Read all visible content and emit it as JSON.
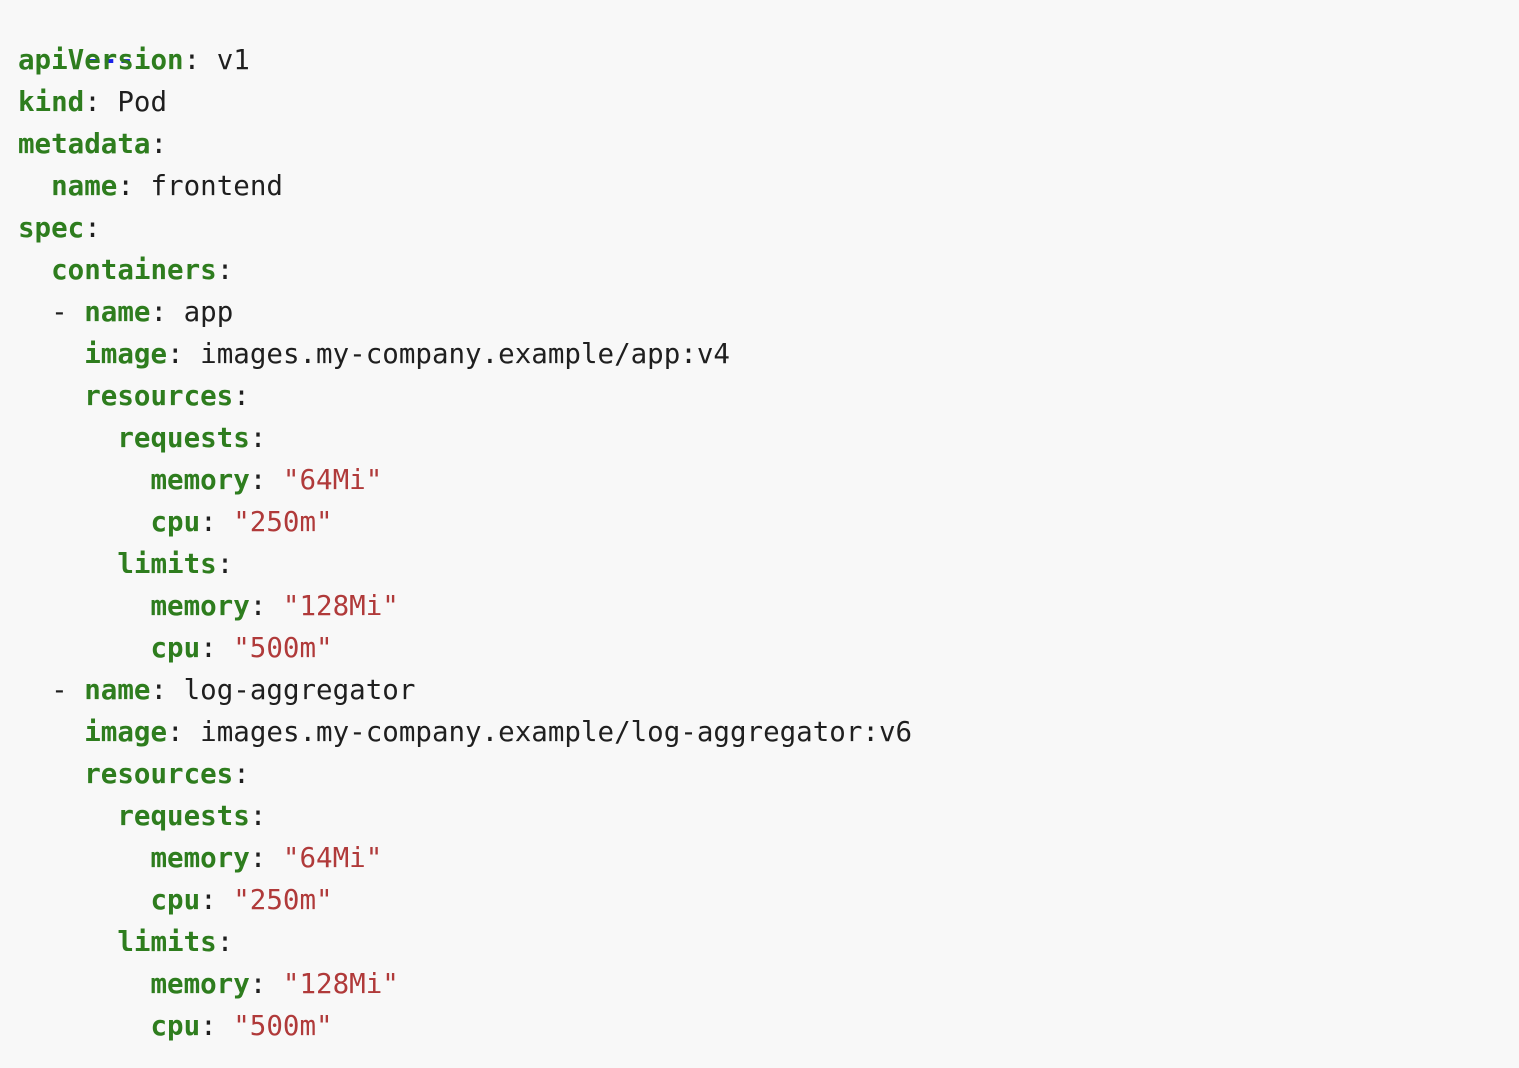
{
  "document": {
    "doc_marker": "---",
    "colors": {
      "background": "#f8f8f8",
      "key": "#2e7d1e",
      "string": "#b03a3a",
      "plain": "#1f1f1f",
      "doc_marker": "#1a22e8"
    },
    "lines": [
      {
        "indent": "",
        "dash": "",
        "key": "apiVersion",
        "value": "v1",
        "value_type": "plain"
      },
      {
        "indent": "",
        "dash": "",
        "key": "kind",
        "value": "Pod",
        "value_type": "plain"
      },
      {
        "indent": "",
        "dash": "",
        "key": "metadata",
        "value": "",
        "value_type": "none"
      },
      {
        "indent": "  ",
        "dash": "",
        "key": "name",
        "value": "frontend",
        "value_type": "plain"
      },
      {
        "indent": "",
        "dash": "",
        "key": "spec",
        "value": "",
        "value_type": "none"
      },
      {
        "indent": "  ",
        "dash": "",
        "key": "containers",
        "value": "",
        "value_type": "none"
      },
      {
        "indent": "  ",
        "dash": "- ",
        "key": "name",
        "value": "app",
        "value_type": "plain"
      },
      {
        "indent": "    ",
        "dash": "",
        "key": "image",
        "value": "images.my-company.example/app:v4",
        "value_type": "plain"
      },
      {
        "indent": "    ",
        "dash": "",
        "key": "resources",
        "value": "",
        "value_type": "none"
      },
      {
        "indent": "      ",
        "dash": "",
        "key": "requests",
        "value": "",
        "value_type": "none"
      },
      {
        "indent": "        ",
        "dash": "",
        "key": "memory",
        "value": "\"64Mi\"",
        "value_type": "string"
      },
      {
        "indent": "        ",
        "dash": "",
        "key": "cpu",
        "value": "\"250m\"",
        "value_type": "string"
      },
      {
        "indent": "      ",
        "dash": "",
        "key": "limits",
        "value": "",
        "value_type": "none"
      },
      {
        "indent": "        ",
        "dash": "",
        "key": "memory",
        "value": "\"128Mi\"",
        "value_type": "string"
      },
      {
        "indent": "        ",
        "dash": "",
        "key": "cpu",
        "value": "\"500m\"",
        "value_type": "string"
      },
      {
        "indent": "  ",
        "dash": "- ",
        "key": "name",
        "value": "log-aggregator",
        "value_type": "plain"
      },
      {
        "indent": "    ",
        "dash": "",
        "key": "image",
        "value": "images.my-company.example/log-aggregator:v6",
        "value_type": "plain"
      },
      {
        "indent": "    ",
        "dash": "",
        "key": "resources",
        "value": "",
        "value_type": "none"
      },
      {
        "indent": "      ",
        "dash": "",
        "key": "requests",
        "value": "",
        "value_type": "none"
      },
      {
        "indent": "        ",
        "dash": "",
        "key": "memory",
        "value": "\"64Mi\"",
        "value_type": "string"
      },
      {
        "indent": "        ",
        "dash": "",
        "key": "cpu",
        "value": "\"250m\"",
        "value_type": "string"
      },
      {
        "indent": "      ",
        "dash": "",
        "key": "limits",
        "value": "",
        "value_type": "none"
      },
      {
        "indent": "        ",
        "dash": "",
        "key": "memory",
        "value": "\"128Mi\"",
        "value_type": "string"
      },
      {
        "indent": "        ",
        "dash": "",
        "key": "cpu",
        "value": "\"500m\"",
        "value_type": "string"
      }
    ]
  }
}
